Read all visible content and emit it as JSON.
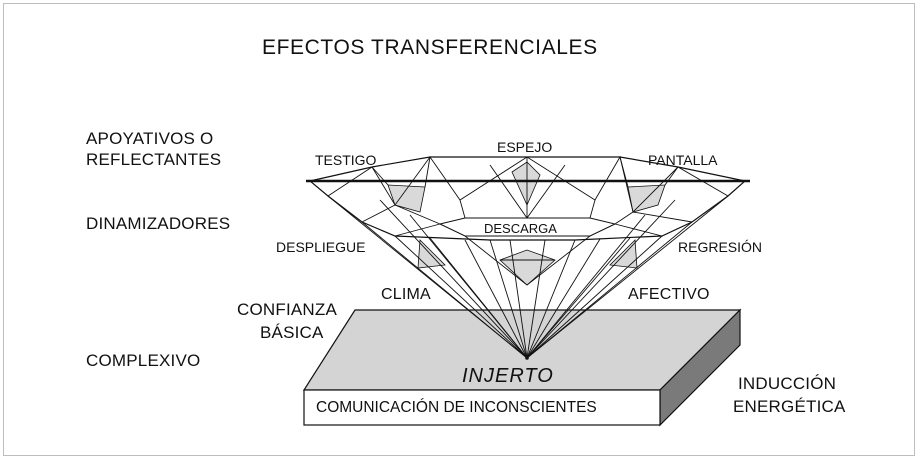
{
  "title": "EFECTOS TRANSFERENCIALES",
  "left_labels": {
    "apoyativos_line1": "APOYATIVOS O",
    "apoyativos_line2": "REFLECTANTES",
    "dinamizadores": "DINAMIZADORES",
    "confianza_line1": "CONFIANZA",
    "confianza_line2": "BÁSICA",
    "complexivo": "COMPLEXIVO"
  },
  "gem_labels": {
    "testigo": "TESTIGO",
    "espejo": "ESPEJO",
    "pantalla": "PANTALLA",
    "descarga": "DESCARGA",
    "despliegue": "DESPLIEGUE",
    "regresion": "REGRESIÓN",
    "clima": "CLIMA",
    "afectivo": "AFECTIVO",
    "injerto": "INJERTO"
  },
  "base": {
    "label": "COMUNICACIÓN DE INCONSCIENTES"
  },
  "right_labels": {
    "induccion_line1": "INDUCCIÓN",
    "induccion_line2": "ENERGÉTICA"
  },
  "colors": {
    "ink": "#111111",
    "slab_top": "#d4d4d4",
    "slab_side": "#7a7a7a",
    "facet_shade": "#d9d9d9",
    "frame": "#bdbdbd"
  }
}
